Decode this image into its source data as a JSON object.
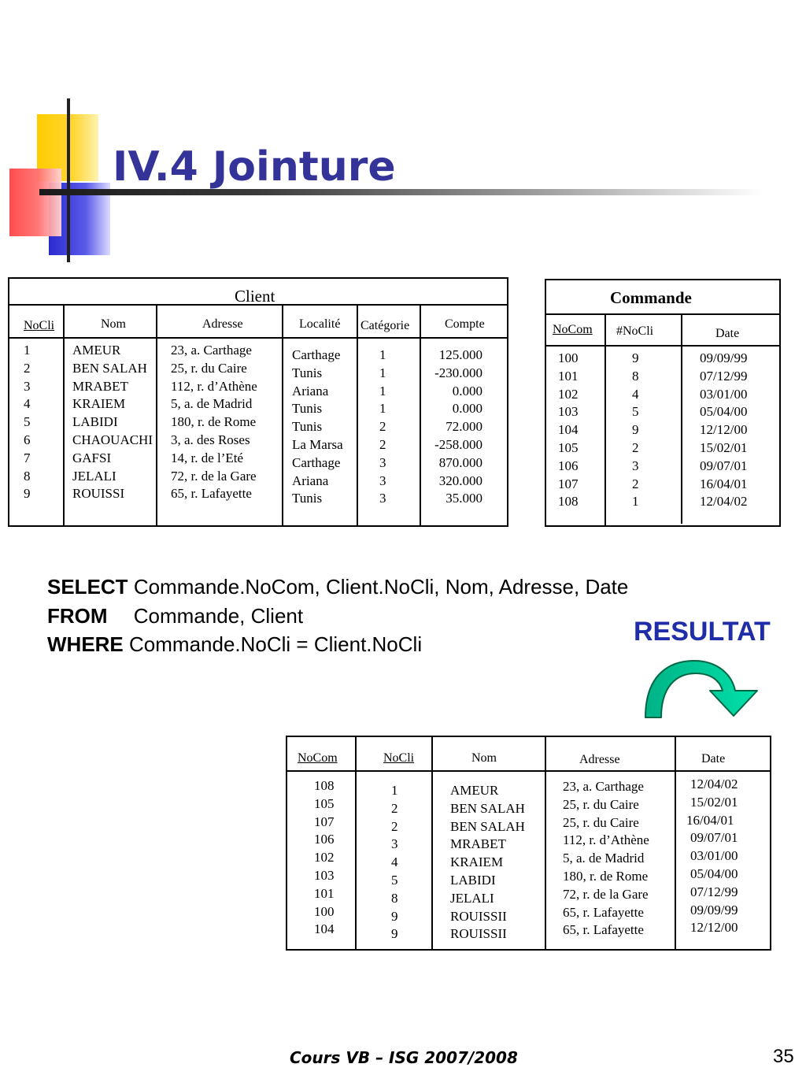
{
  "slide": {
    "title": "IV.4 Jointure",
    "footer": "Cours VB – ISG  2007/2008",
    "page_number": "35"
  },
  "client_table": {
    "title": "Client",
    "headers": [
      "NoCli",
      "Nom",
      "Adresse",
      "Localité",
      "Catégorie",
      "Compte"
    ],
    "nocli": [
      "1",
      "2",
      "3",
      "4",
      "5",
      "6",
      "7",
      "8",
      "9"
    ],
    "nom": [
      "AMEUR",
      "BEN SALAH",
      "MRABET",
      "KRAIEM",
      "LABIDI",
      "CHAOUACHI",
      "GAFSI",
      "JELALI",
      "ROUISSI"
    ],
    "adresse": [
      "23, a. Carthage",
      "25, r. du Caire",
      "112, r. d’Athène",
      "5, a. de Madrid",
      "180, r. de Rome",
      "3, a. des Roses",
      "14, r. de l’Eté",
      "72, r. de la Gare",
      "65, r. Lafayette"
    ],
    "localite": [
      "Carthage",
      "Tunis",
      "Ariana",
      "Tunis",
      "Tunis",
      "La Marsa",
      "Carthage",
      "Ariana",
      "Tunis"
    ],
    "categorie": [
      "1",
      "1",
      "1",
      "1",
      "2",
      "2",
      "3",
      "3",
      "3"
    ],
    "compte": [
      "125.000",
      "-230.000",
      "0.000",
      "0.000",
      "72.000",
      "-258.000",
      "870.000",
      "320.000",
      "35.000"
    ]
  },
  "commande_table": {
    "title": "Commande",
    "headers": [
      "NoCom",
      "#NoCli",
      "Date"
    ],
    "nocom": [
      "100",
      "101",
      "102",
      "103",
      "104",
      "105",
      "106",
      "107",
      "108"
    ],
    "nocli": [
      "9",
      "8",
      "4",
      "5",
      "9",
      "2",
      "3",
      "2",
      "1"
    ],
    "date": [
      "09/09/99",
      "07/12/99",
      "03/01/00",
      "05/04/00",
      "12/12/00",
      "15/02/01",
      "09/07/01",
      "16/04/01",
      "12/04/02"
    ]
  },
  "query": {
    "select_kw": "SELECT",
    "select_rest": "Commande.NoCom, Client.NoCli, Nom, Adresse, Date",
    "from_kw": "FROM",
    "from_rest": "Commande, Client",
    "where_kw": "WHERE",
    "where_rest": "Commande.NoCli = Client.NoCli"
  },
  "resultat_label": "RESULTAT",
  "result_table": {
    "headers": [
      "NoCom",
      "NoCli",
      "Nom",
      "Adresse",
      "Date"
    ],
    "nocom": [
      "108",
      "105",
      "107",
      "106",
      "102",
      "103",
      "101",
      "100",
      "104"
    ],
    "nocli": [
      "1",
      "2",
      "2",
      "3",
      "4",
      "5",
      "8",
      "9",
      "9"
    ],
    "nom": [
      "AMEUR",
      "BEN SALAH",
      "BEN SALAH",
      "MRABET",
      "KRAIEM",
      "LABIDI",
      "JELALI",
      "ROUISSII",
      "ROUISSII"
    ],
    "adresse": [
      "23, a. Carthage",
      "25, r. du Caire",
      "25, r. du Caire",
      "112, r. d’Athène",
      "5, a. de Madrid",
      "180, r. de Rome",
      "72, r. de la Gare",
      "65, r. Lafayette",
      "65, r. Lafayette"
    ],
    "date": [
      "12/04/02",
      "15/02/01",
      "16/04/01",
      "09/07/01",
      "03/01/00",
      "05/04/00",
      "07/12/99",
      "09/09/99",
      "12/12/00"
    ]
  },
  "colors": {
    "title": "#333399",
    "resultat": "#1f2ea8",
    "arrow": "#00cc99",
    "deco_yellow": "#ffcc00",
    "deco_red": "#ff3333",
    "deco_blue": "#3333cc"
  },
  "icons": [
    "corner-squares-decoration",
    "curved-arrow-icon"
  ]
}
